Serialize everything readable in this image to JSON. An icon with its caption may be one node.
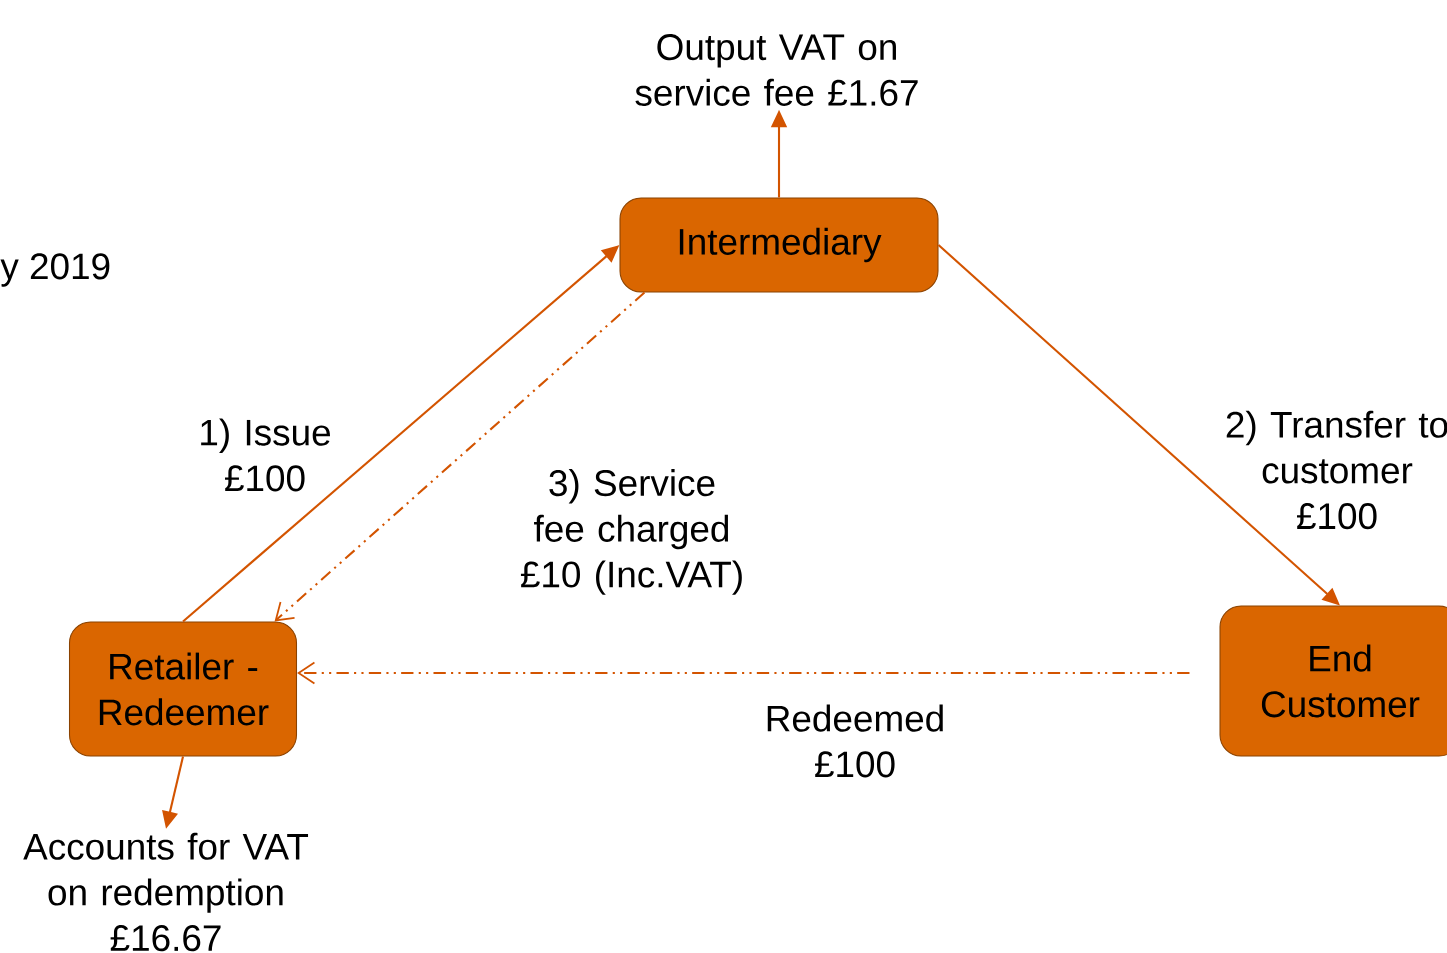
{
  "diagram": {
    "nodes": [
      {
        "text": [
          "Intermediary"
        ]
      },
      {
        "text": [
          "Retailer - Redeemer"
        ]
      },
      {
        "text": [
          "End Customer"
        ]
      },
      {
        "text": [
          "Output VAT on service fee £1.67"
        ]
      },
      {
        "text": [
          "Accounts for VAT on redemption £16.67"
        ]
      }
    ],
    "edges": [
      {
        "from": 1,
        "to": 0,
        "arrow": "to",
        "label": "1) Issue £100"
      },
      {
        "from": 0,
        "to": 2,
        "arrow": "to",
        "label": "2) Transfer to customer £100"
      },
      {
        "from": 0,
        "to": 1,
        "arrow": "to",
        "style": "dashed",
        "label": "3) Service fee charged £10 (Inc.VAT)"
      },
      {
        "from": 2,
        "to": 1,
        "arrow": "to",
        "style": "dashed",
        "label": "Redeemed £100"
      },
      {
        "from": 0,
        "to": 3,
        "arrow": "to"
      },
      {
        "from": 1,
        "to": 4,
        "arrow": "to"
      }
    ],
    "labels": [
      "y 2019"
    ]
  }
}
